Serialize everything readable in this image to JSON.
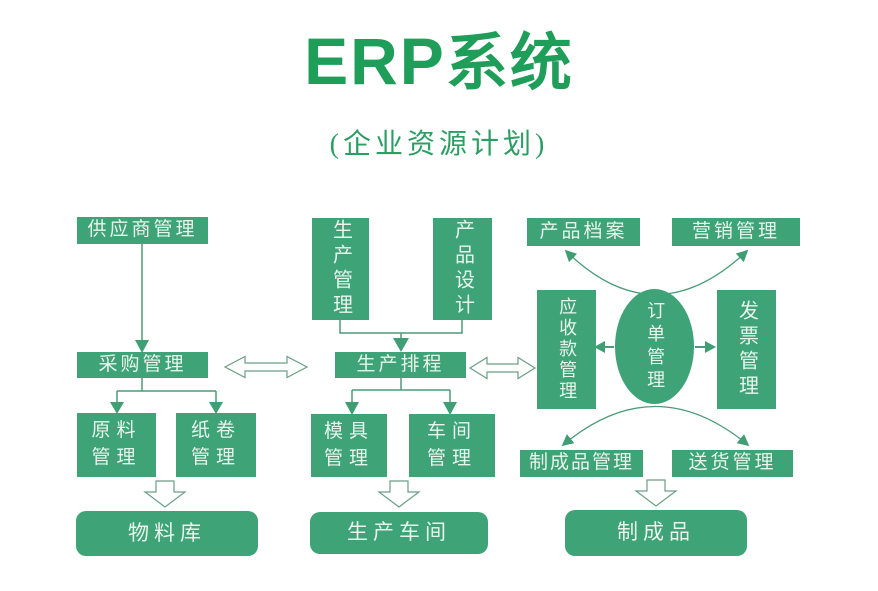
{
  "title": {
    "en": "ERP",
    "zh": "系统"
  },
  "subtitle": "(企业资源计划)",
  "colors": {
    "box_green": "#3ea377",
    "title_green": "#1f9e59",
    "line_green": "#4a9b78",
    "box_text": "#e9f4ed",
    "background": "#ffffff"
  },
  "nodes": {
    "supplier": "供应商管理",
    "purchase": "采购管理",
    "raw_material": "原料管理",
    "paper_roll": "纸卷管理",
    "material_store": "物料库",
    "production_mgmt": "生产管理",
    "product_design": "产品设计",
    "production_schedule": "生产排程",
    "mold": "模具管理",
    "workshop": "车间管理",
    "production_workshop": "生产车间",
    "product_archive": "产品档案",
    "marketing": "营销管理",
    "receivables": "应收款管理",
    "order": "订单管理",
    "invoice": "发票管理",
    "finished_mgmt": "制成品管理",
    "delivery": "送货管理",
    "finished_product": "制成品"
  }
}
